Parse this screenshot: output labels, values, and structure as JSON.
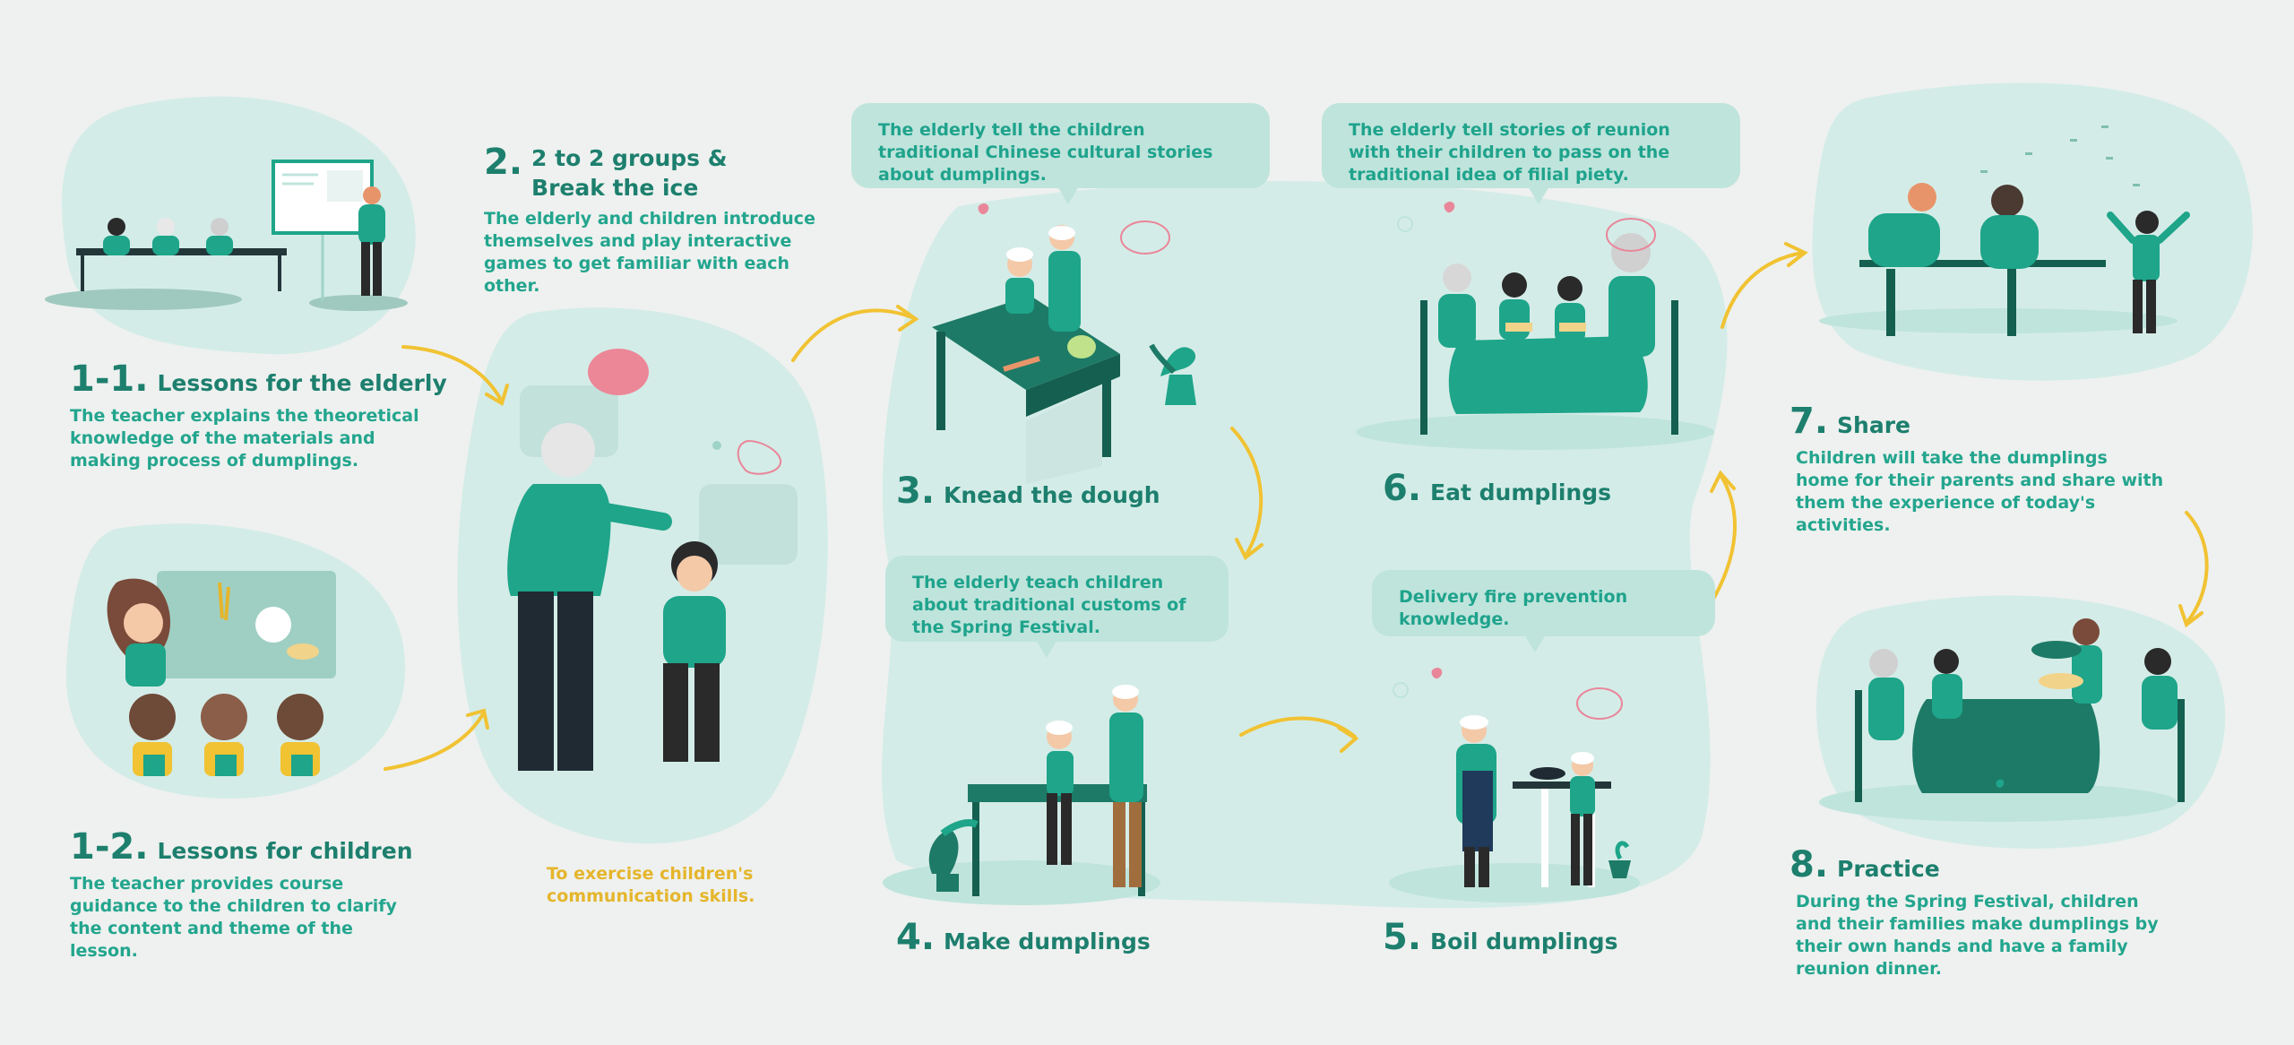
{
  "colors": {
    "accent": "#1d7f6e",
    "text": "#23a58e",
    "bubble": "#bfe4dc",
    "blob": "#d4ece7",
    "arrow": "#f1c232",
    "heart": "#e9869a",
    "note": "#e5b52c"
  },
  "steps": {
    "s11": {
      "num": "1-1.",
      "label": "Lessons for the elderly",
      "desc": "The teacher explains the theoretical knowledge of the materials and making process of dumplings."
    },
    "s12": {
      "num": "1-2.",
      "label": "Lessons for children",
      "desc": "The teacher provides course guidance to the children to clarify the content and theme of the lesson."
    },
    "s2": {
      "num": "2.",
      "label": "2 to 2 groups & Break the ice",
      "desc": "The elderly and children introduce themselves and play interactive games to get familiar with each other.",
      "note": "To exercise children's communication skills."
    },
    "s3": {
      "num": "3.",
      "label": "Knead the dough",
      "bubble": "The elderly tell the children traditional Chinese cultural stories about dumplings."
    },
    "s4": {
      "num": "4.",
      "label": "Make dumplings",
      "bubble": "The elderly teach children about traditional customs of the Spring Festival."
    },
    "s5": {
      "num": "5.",
      "label": "Boil dumplings",
      "bubble": "Delivery fire prevention knowledge."
    },
    "s6": {
      "num": "6.",
      "label": "Eat dumplings",
      "bubble": "The elderly tell stories of reunion with their children to pass on the traditional idea of filial piety."
    },
    "s7": {
      "num": "7.",
      "label": "Share",
      "desc": "Children will take the dumplings home for their parents and share with them the experience of today's activities."
    },
    "s8": {
      "num": "8.",
      "label": "Practice",
      "desc": "During the Spring Festival, children and their families make dumplings by their own hands and have a family reunion dinner."
    }
  }
}
